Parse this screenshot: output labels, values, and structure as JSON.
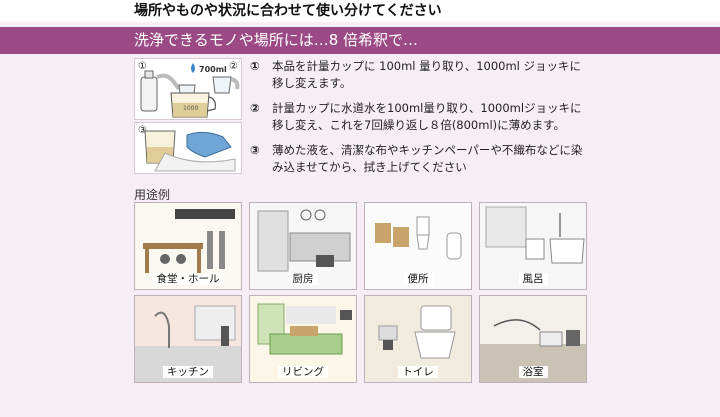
{
  "header": {
    "subtitle": "場所やものや状況に合わせて使い分けてください",
    "title": "洗浄できるモノや場所には…8 倍希釈で…"
  },
  "illustration": {
    "marker1": "①",
    "marker2": "②",
    "marker3": "③",
    "volume": "700ml",
    "jug_mark": "1000"
  },
  "steps": [
    {
      "num": "①",
      "text": "本品を計量カップに 100ml 量り取り、1000ml ジョッキに移し変えます。"
    },
    {
      "num": "②",
      "text": "計量カップに水道水を100ml量り取り、1000mlジョッキに移し変え、これを7回繰り返し８倍(800ml)に薄めます。"
    },
    {
      "num": "③",
      "text": "薄めた液を、清潔な布やキッチンペーパーや不織布などに染み込ませてから、拭き上げてください"
    }
  ],
  "usage": {
    "label": "用途例",
    "items": [
      {
        "id": "dining",
        "label": "食堂・ホール"
      },
      {
        "id": "kitchen-pro",
        "label": "厨房"
      },
      {
        "id": "restroom",
        "label": "便所"
      },
      {
        "id": "bath",
        "label": "風呂"
      },
      {
        "id": "kitchen",
        "label": "キッチン"
      },
      {
        "id": "living",
        "label": "リビング"
      },
      {
        "id": "toilet",
        "label": "トイレ"
      },
      {
        "id": "bathroom",
        "label": "浴室"
      }
    ]
  },
  "colors": {
    "band": "#f7eef5",
    "title_bar": "#9c4a86",
    "glove": "#6fa6d6",
    "liquid": "#d9c487"
  }
}
